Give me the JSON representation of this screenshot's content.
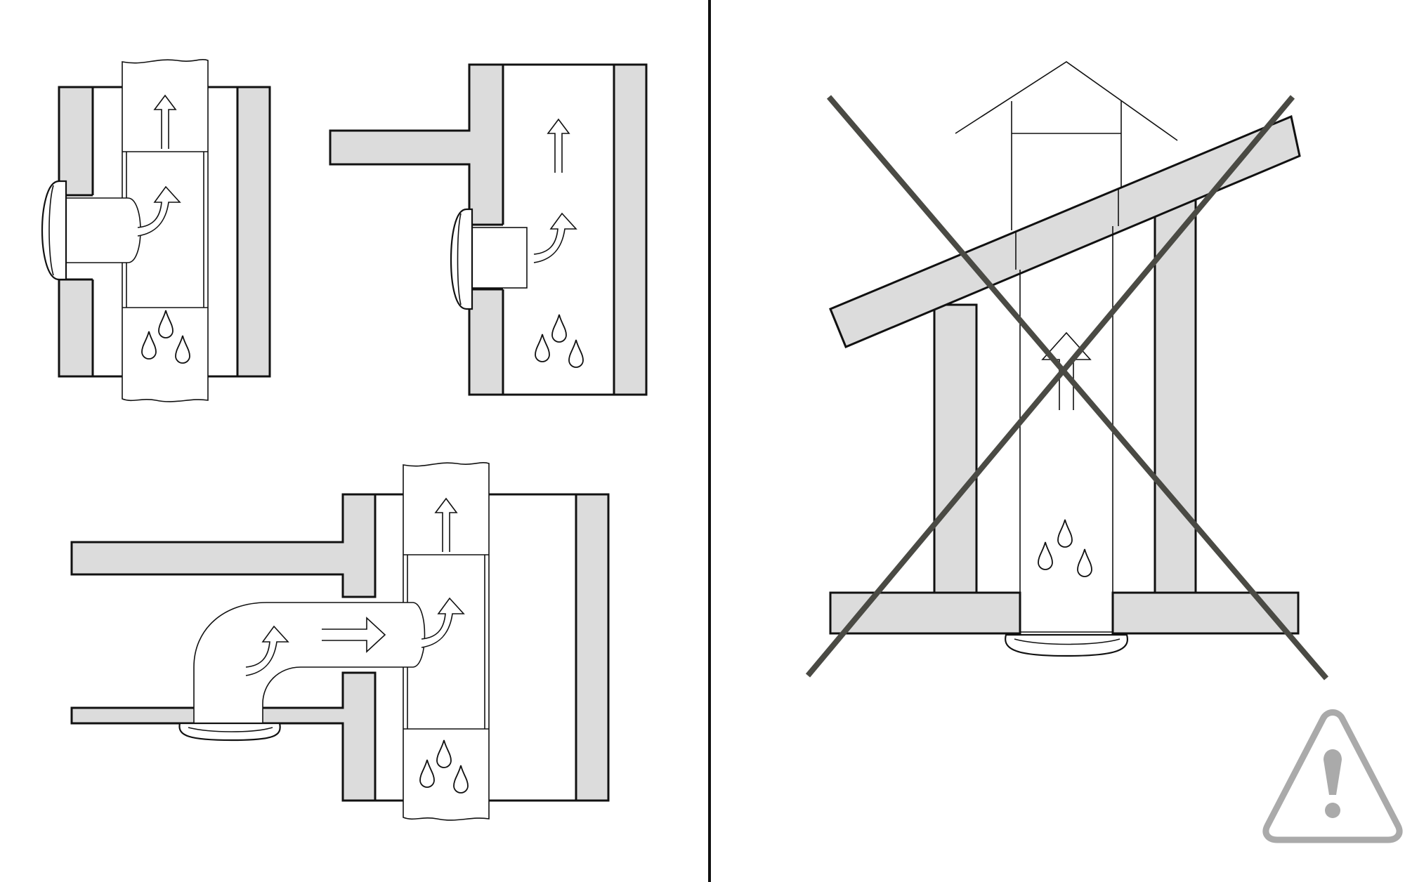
{
  "figure": {
    "panels": [
      {
        "id": "wall-mount-vertical-duct",
        "status": "correct"
      },
      {
        "id": "ceiling-junction-vertical-duct",
        "status": "correct"
      },
      {
        "id": "ceiling-mount-elbow-to-vertical-duct",
        "status": "correct"
      },
      {
        "id": "ceiling-mount-straight-up-roof",
        "status": "incorrect"
      }
    ],
    "icons": [
      "upward-airflow-arrow-icon",
      "curved-airflow-arrow-icon",
      "horizontal-airflow-arrow-icon",
      "moisture-droplets-icon",
      "exhaust-fan-icon",
      "cross-out-icon",
      "warning-triangle-icon"
    ],
    "colors": {
      "wall_fill": "#dcdcdc",
      "outline": "#111111",
      "cross_out": "#4a4a44",
      "warning": "#aaaaaa"
    }
  }
}
